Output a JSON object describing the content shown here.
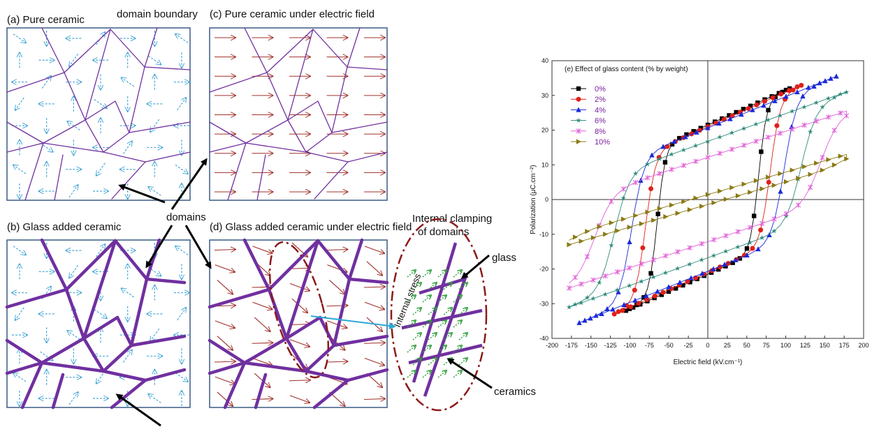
{
  "labels": {
    "panel_a": "(a) Pure ceramic",
    "panel_b": "(b) Glass added ceramic",
    "panel_c": "(c) Pure ceramic under electric field",
    "panel_d": "(d) Glass added ceramic under electric field",
    "domain_boundary": "domain boundary",
    "domains": "domains",
    "internal_clamping_1": "Internal clamping",
    "internal_clamping_2": "of domains",
    "glass": "glass",
    "ceramics": "ceramics",
    "internal_stress": "Internal stress"
  },
  "colors": {
    "boundary": "#7030a0",
    "domain_arrow_dashed": "#4aa8d8",
    "field_arrow": "#a0302a",
    "clamp_arrow": "#2e9e3a",
    "ellipse": "#8b1a1a",
    "connector": "#29a8d8"
  },
  "chart_data": {
    "type": "line",
    "title": "(e) Effect of glass content (% by weight)",
    "xlabel": "Electric field (kV.cm⁻¹)",
    "ylabel": "Polarization (μC.cm⁻²)",
    "xlim": [
      -200,
      200
    ],
    "ylim": [
      -40,
      40
    ],
    "xticks": [
      -200,
      -175,
      -150,
      -125,
      -100,
      -75,
      -50,
      -25,
      0,
      25,
      50,
      75,
      100,
      125,
      150,
      175,
      200
    ],
    "yticks": [
      -40,
      -30,
      -20,
      -10,
      0,
      10,
      20,
      30,
      40
    ],
    "grid": false,
    "legend_position": "top-left",
    "series": [
      {
        "name": "0%",
        "color": "#000000",
        "marker": "square",
        "pmax": 32,
        "emax": 105,
        "ec": 65,
        "lin": 0.1
      },
      {
        "name": "2%",
        "color": "#e0201a",
        "marker": "circle",
        "pmax": 33,
        "emax": 120,
        "ec": 80,
        "lin": 0.1
      },
      {
        "name": "4%",
        "color": "#1a2ad8",
        "marker": "triangle-up",
        "pmax": 35.5,
        "emax": 165,
        "ec": 98,
        "lin": 0.09
      },
      {
        "name": "6%",
        "color": "#2e8b7a",
        "marker": "star",
        "pmax": 31,
        "emax": 178,
        "ec": 120,
        "lin": 0.08
      },
      {
        "name": "8%",
        "color": "#e060d8",
        "marker": "asterisk",
        "pmax": 25.5,
        "emax": 178,
        "ec": 145,
        "lin": 0.075
      },
      {
        "name": "10%",
        "color": "#8b7a14",
        "marker": "triangle-right",
        "pmax": 13,
        "emax": 178,
        "ec": 175,
        "lin": 0.065
      }
    ]
  }
}
